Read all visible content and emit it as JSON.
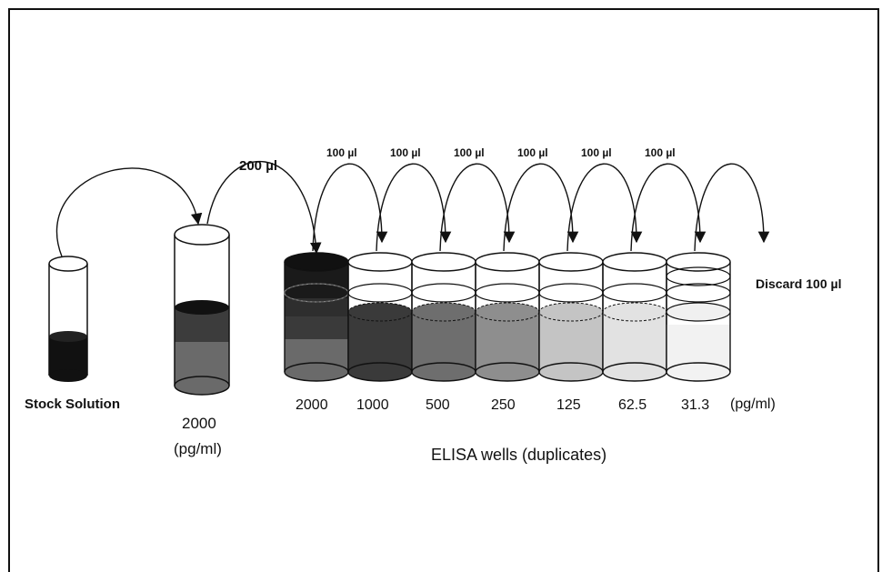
{
  "stock_label": "Stock Solution",
  "first_tube": {
    "value": "2000",
    "unit": "(pg/ml)"
  },
  "transfer_200": "200 µl",
  "transfer_100": [
    "100 µl",
    "100 µl",
    "100 µl",
    "100 µl",
    "100 µl",
    "100 µl"
  ],
  "discard_label": "Discard 100 µl",
  "concentrations": [
    "2000",
    "1000",
    "500",
    "250",
    "125",
    "62.5",
    "31.3"
  ],
  "unit_label": "(pg/ml)",
  "wells_caption": "ELISA wells (duplicates)",
  "well_fill_colors": [
    "#4a4a4a",
    "#3a3a3a",
    "#6e6e6e",
    "#8e8e8e",
    "#c4c4c4",
    "#e2e2e2",
    "#f2f2f2"
  ],
  "colors": {
    "stock_fill": "#111111",
    "tube_dark": "#3c3c3c",
    "tube_mid": "#6a6a6a"
  }
}
